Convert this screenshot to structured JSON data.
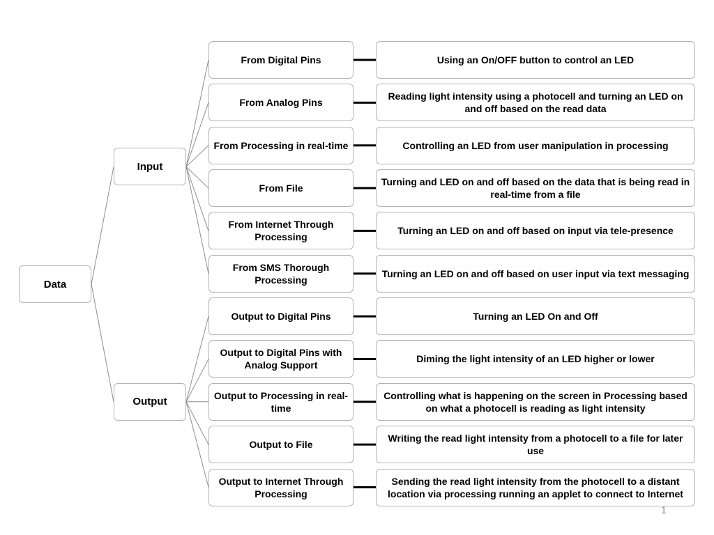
{
  "root": {
    "label": "Data"
  },
  "groups": [
    {
      "label": "Input",
      "rows": [
        {
          "category": "From Digital Pins",
          "description": "Using an On/OFF button to control an LED"
        },
        {
          "category": "From Analog Pins",
          "description": "Reading light intensity using a photocell and turning an LED on and off based on the read data"
        },
        {
          "category": "From Processing in real-time",
          "description": "Controlling an LED from user manipulation in processing"
        },
        {
          "category": "From File",
          "description": "Turning and LED on and off based on the data that is being read in real-time from a file"
        },
        {
          "category": "From Internet Through Processing",
          "description": "Turning an LED on and off based on input via tele-presence"
        },
        {
          "category": "From SMS Thorough Processing",
          "description": "Turning an LED on and off based on user input via text messaging"
        }
      ]
    },
    {
      "label": "Output",
      "rows": [
        {
          "category": "Output to Digital Pins",
          "description": "Turning an LED On and Off"
        },
        {
          "category": "Output to Digital Pins with Analog Support",
          "description": "Diming the light intensity of an LED higher or lower"
        },
        {
          "category": "Output to Processing in real-time",
          "description": "Controlling what is happening on the screen in Processing based on what a photocell is reading as light intensity"
        },
        {
          "category": "Output to File",
          "description": "Writing the read light intensity from a photocell to a file for later use"
        },
        {
          "category": "Output to Internet Through Processing",
          "description": "Sending the read light intensity from the photocell to a distant location via processing running an applet to connect to Internet"
        }
      ]
    }
  ],
  "page_number": "1",
  "colors": {
    "box_border": "#b3b3b3",
    "thin_line": "#8c8c8c",
    "thick_line": "#000000",
    "text": "#000000"
  }
}
